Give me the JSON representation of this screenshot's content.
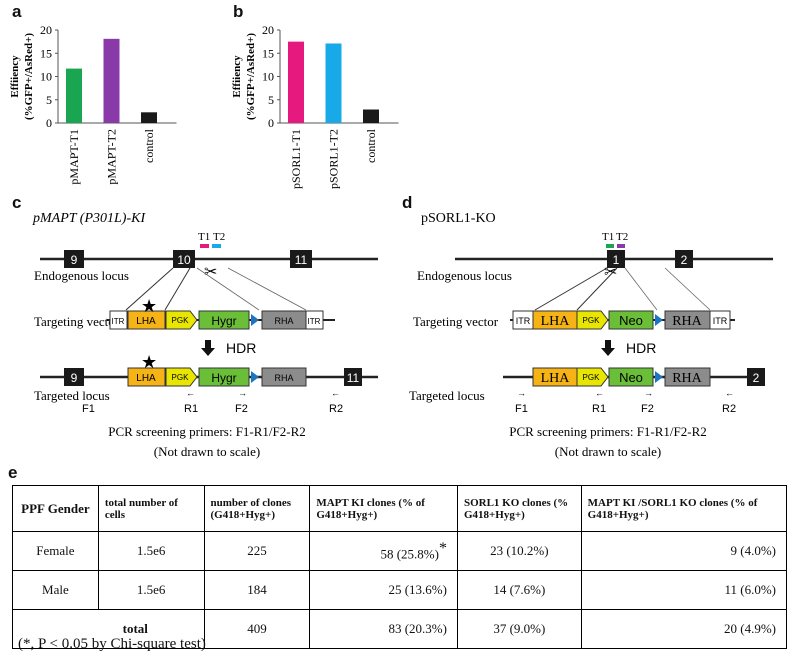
{
  "panel_labels": {
    "a": "a",
    "b": "b",
    "c": "c",
    "d": "d",
    "e": "e"
  },
  "chart_data": [
    {
      "type": "bar",
      "categories": [
        "pMAPT-T1",
        "pMAPT-T2",
        "control"
      ],
      "values": [
        11.7,
        18.1,
        2.3
      ],
      "colors": [
        "#1aa550",
        "#8a3aa8",
        "#1a1a1a"
      ],
      "ylabel_line1": "Effiiency",
      "ylabel_line2": "(%GFP+/AsRed+)",
      "yticks": [
        "0",
        "5",
        "10",
        "15",
        "20"
      ],
      "ylim": [
        0,
        20
      ]
    },
    {
      "type": "bar",
      "categories": [
        "pSORL1-T1",
        "pSORL1-T2",
        "control"
      ],
      "values": [
        17.5,
        17.1,
        2.9
      ],
      "colors": [
        "#e6197e",
        "#18a9e8",
        "#1a1a1a"
      ],
      "ylabel_line1": "Effiiency",
      "ylabel_line2": "(%GFP+/AsRed+)",
      "yticks": [
        "0",
        "5",
        "10",
        "15",
        "20"
      ],
      "ylim": [
        0,
        20
      ]
    }
  ],
  "panel_c": {
    "title": "pMAPT (P301L)-KI",
    "exons": [
      "9",
      "10",
      "11"
    ],
    "guides": [
      "T1",
      "T2"
    ],
    "label_endogenous": "Endogenous locus",
    "label_vector": "Targeting vector",
    "label_targeted": "Targeted locus",
    "itr": "ITR",
    "lha": "LHA",
    "pgk": "PGK",
    "marker": "Hygr",
    "rha": "RHA",
    "hdr": "HDR",
    "primers": [
      "F1",
      "R1",
      "F2",
      "R2"
    ],
    "caption1": "PCR screening primers: F1-R1/F2-R2",
    "caption2": "(Not drawn to scale)"
  },
  "panel_d": {
    "title": "pSORL1-KO",
    "exons": [
      "1",
      "2"
    ],
    "guides": [
      "T1",
      "T2"
    ],
    "label_endogenous": "Endogenous locus",
    "label_vector": "Targeting vector",
    "label_targeted": "Targeted locus",
    "itr": "ITR",
    "lha": "LHA",
    "pgk": "PGK",
    "marker": "Neo",
    "rha": "RHA",
    "hdr": "HDR",
    "primers": [
      "F1",
      "R1",
      "F2",
      "R2"
    ],
    "caption1": "PCR screening primers: F1-R1/F2-R2",
    "caption2": "(Not drawn to scale)"
  },
  "table": {
    "headers": [
      "PPF Gender",
      "total number of cells",
      "number of clones (G418+Hyg+)",
      "MAPT KI clones (% of G418+Hyg+)",
      "SORL1 KO clones (% G418+Hyg+)",
      "MAPT KI /SORL1 KO clones (% of G418+Hyg+)"
    ],
    "rows": [
      [
        "Female",
        "1.5e6",
        "225",
        "58 (25.8%)",
        "23 (10.2%)",
        "9 (4.0%)"
      ],
      [
        "Male",
        "1.5e6",
        "184",
        "25 (13.6%)",
        "14 (7.6%)",
        "11 (6.0%)"
      ]
    ],
    "total_label": "total",
    "total_row": [
      "409",
      "83 (20.3%)",
      "37 (9.0%)",
      "20 (4.9%)"
    ],
    "asterisk": "*",
    "footnote": "(*, P < 0.05 by Chi-square test)"
  }
}
